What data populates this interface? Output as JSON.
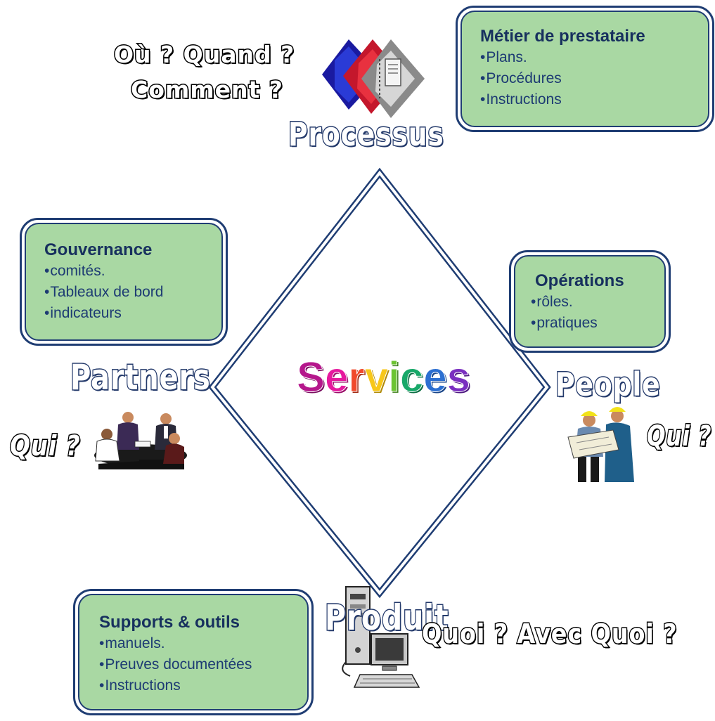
{
  "center_label": {
    "letters": [
      {
        "ch": "S",
        "color": "#b5178c"
      },
      {
        "ch": "e",
        "color": "#e6199e"
      },
      {
        "ch": "r",
        "color": "#f04a2c"
      },
      {
        "ch": "v",
        "color": "#f7c71a"
      },
      {
        "ch": "i",
        "color": "#6cc431"
      },
      {
        "ch": "c",
        "color": "#18a869"
      },
      {
        "ch": "e",
        "color": "#2c6fd1"
      },
      {
        "ch": "s",
        "color": "#7a2fc0"
      }
    ]
  },
  "nodes": {
    "top": {
      "label": "Processus",
      "question_line1": "Où ? Quand ?",
      "question_line2": "Comment ?",
      "icon": "binders-icon"
    },
    "left": {
      "label": "Partners",
      "question": "Qui ?",
      "icon": "meeting-people-icon"
    },
    "right": {
      "label": "People",
      "question": "Qui ?",
      "icon": "workers-blueprint-icon"
    },
    "bottom": {
      "label": "Produit",
      "question": "Quoi ? Avec Quoi ?",
      "icon": "computer-icon"
    }
  },
  "boxes": {
    "metier": {
      "title": "Métier de prestataire",
      "items": [
        "Plans.",
        "Procédures",
        "Instructions"
      ]
    },
    "gouvernance": {
      "title": "Gouvernance",
      "items": [
        "comités.",
        "Tableaux de bord",
        "indicateurs"
      ]
    },
    "operations": {
      "title": "Opérations",
      "items": [
        "rôles.",
        "pratiques"
      ]
    },
    "supports": {
      "title": "Supports & outils",
      "items": [
        "manuels.",
        "Preuves documentées",
        "Instructions"
      ]
    }
  },
  "bullet": "•",
  "colors": {
    "box_fill": "#a9d8a3",
    "box_border": "#1f3d73",
    "text_navy": "#1d3b73",
    "label_outline": "#243a6b"
  }
}
